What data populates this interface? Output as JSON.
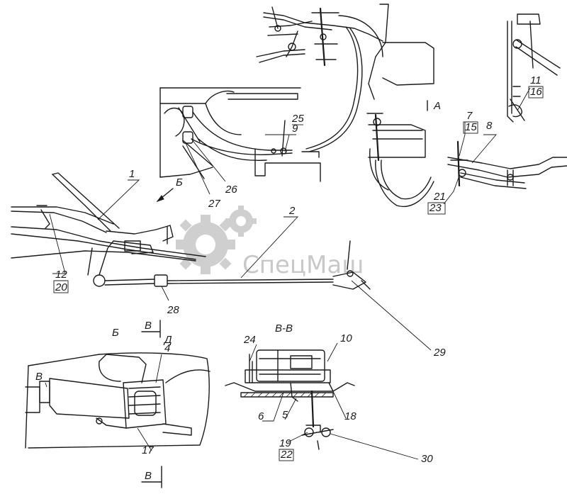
{
  "drawing": {
    "view_labels": {
      "view_a": "A",
      "view_b_arrow": "Б",
      "view_b_title": "Б",
      "section_v_arrow_top": "В",
      "section_v_arrow_bottom": "В",
      "section_v_title": "В-В",
      "detail_d": "Д",
      "detail_v": "В"
    },
    "callouts": [
      {
        "id": "c1",
        "text": "1"
      },
      {
        "id": "c2",
        "text": "2"
      },
      {
        "id": "c4",
        "text": "4"
      },
      {
        "id": "c5",
        "text": "5"
      },
      {
        "id": "c6",
        "text": "6"
      },
      {
        "id": "c7",
        "text": "7"
      },
      {
        "id": "c8",
        "text": "8"
      },
      {
        "id": "c9",
        "text": "9"
      },
      {
        "id": "c10",
        "text": "10"
      },
      {
        "id": "c11",
        "text": "11"
      },
      {
        "id": "c12",
        "text": "12"
      },
      {
        "id": "c15",
        "text": "15"
      },
      {
        "id": "c16",
        "text": "16"
      },
      {
        "id": "c17",
        "text": "17"
      },
      {
        "id": "c18",
        "text": "18"
      },
      {
        "id": "c19",
        "text": "19"
      },
      {
        "id": "c20",
        "text": "20"
      },
      {
        "id": "c21",
        "text": "21"
      },
      {
        "id": "c22",
        "text": "22"
      },
      {
        "id": "c23",
        "text": "23"
      },
      {
        "id": "c24",
        "text": "24"
      },
      {
        "id": "c25",
        "text": "25"
      },
      {
        "id": "c26",
        "text": "26"
      },
      {
        "id": "c27",
        "text": "27"
      },
      {
        "id": "c28",
        "text": "28"
      },
      {
        "id": "c29",
        "text": "29"
      },
      {
        "id": "c30",
        "text": "30"
      }
    ],
    "watermark": {
      "text": "СпецМаш",
      "logo_icon": "gear-logo-icon"
    },
    "colors": {
      "ink": "#1a1a1a",
      "paper": "#ffffff",
      "watermark": "#c8c8c8"
    }
  }
}
